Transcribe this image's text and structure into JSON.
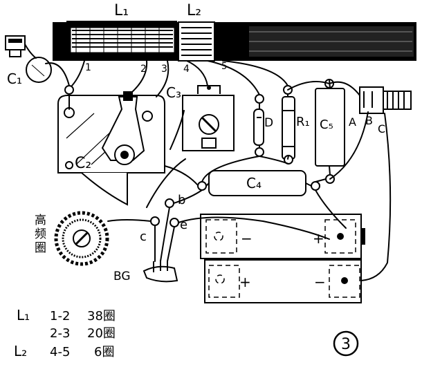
{
  "top_labels": {
    "l1": "L₁",
    "l2": "L₂"
  },
  "tap_labels": [
    "1",
    "2",
    "3",
    "4",
    "5"
  ],
  "component_labels": {
    "c1": "C₁",
    "c2": "C₂",
    "c3": "C₃",
    "c4": "C₄",
    "c5": "C₅",
    "r1": "R₁",
    "d": "D"
  },
  "terminal_labels": {
    "a": "A",
    "b_phone": "B",
    "c_phone": "C"
  },
  "transistor_labels": {
    "c": "c",
    "b": "b",
    "e": "e",
    "name": "BG"
  },
  "dial_label": [
    "高",
    "频",
    "圈"
  ],
  "battery_signs": {
    "top_minus": "−",
    "top_plus": "+",
    "bottom_plus": "+",
    "bottom_minus": "−"
  },
  "legend": {
    "row1": {
      "coil": "L₁",
      "taps": "1-2",
      "turns": "38圈"
    },
    "row2": {
      "taps": "2-3",
      "turns": "20圈"
    },
    "row3": {
      "coil": "L₂",
      "taps": "4-5",
      "turns": "6圈"
    }
  },
  "figure_number": "3"
}
